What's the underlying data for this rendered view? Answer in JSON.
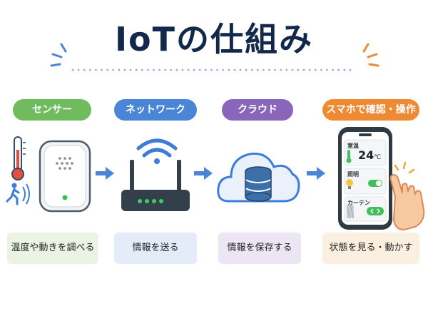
{
  "title": "IoTの仕組み",
  "steps": [
    {
      "label": "センサー",
      "color": "#6fbb5d",
      "description": "温度や動きを調べる",
      "desc_bg": "#eaf3e4"
    },
    {
      "label": "ネットワーク",
      "color": "#4b86d6",
      "description": "情報を送る",
      "desc_bg": "#e3ecf8"
    },
    {
      "label": "クラウド",
      "color": "#8a66bb",
      "description": "情報を保存する",
      "desc_bg": "#ece5f4"
    },
    {
      "label": "スマホで確認・操作",
      "color": "#ee8a33",
      "description": "状態を見る・動かす",
      "desc_bg": "#fbf0e0"
    }
  ],
  "phone": {
    "room_temp_label": "室温",
    "room_temp_value": "24",
    "room_temp_unit": "℃",
    "light_label": "照明",
    "curtain_label": "カーテン"
  },
  "colors": {
    "title": "#13294b",
    "arrow": "#4b86d6",
    "accent": "#f2a33a"
  },
  "icons": {
    "sensor": [
      "thermometer-icon",
      "motion-person-icon",
      "sensor-device-icon"
    ],
    "network": [
      "wifi-router-icon"
    ],
    "cloud": [
      "cloud-database-icon"
    ],
    "phone": [
      "smartphone-icon",
      "tapping-hand-icon"
    ]
  }
}
